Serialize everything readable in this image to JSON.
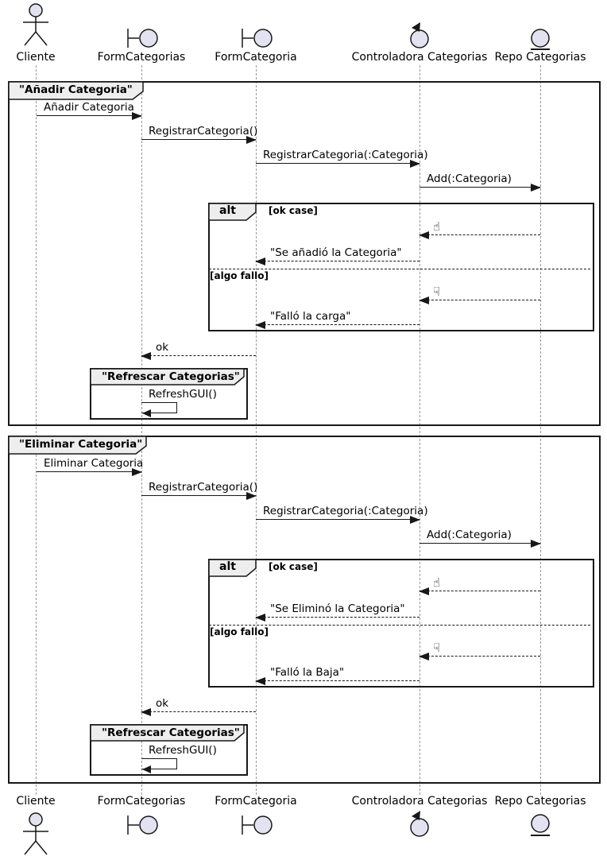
{
  "participants": [
    {
      "label": "Cliente",
      "type": "actor"
    },
    {
      "label": "FormCategorias",
      "type": "boundary"
    },
    {
      "label": "FormCategoria",
      "type": "boundary"
    },
    {
      "label": "Controladora Categorias",
      "type": "control"
    },
    {
      "label": "Repo Categorias",
      "type": "entity"
    }
  ],
  "icons": {
    "thumbs_up": "☝",
    "thumbs_down": "☟"
  },
  "colors": {
    "participant_fill": "#E2E2F0",
    "frame_label_bg": "#EEEEEE",
    "line": "#181818",
    "lifeline": "#999999"
  },
  "frames": [
    {
      "title": "\"Añadir Categoria\"",
      "alt": {
        "operator": "alt",
        "guard_ok": "[ok case]",
        "guard_fail": "[algo fallo]"
      },
      "inner": {
        "title": "\"Refrescar Categorias\"",
        "self_message": "RefreshGUI()"
      },
      "messages": {
        "m1": "Añadir Categoria",
        "m2": "RegistrarCategoria()",
        "m3": "RegistrarCategoria(:Categoria)",
        "m4": "Add(:Categoria)",
        "reply_ok_text": "\"Se añadió la Categoria\"",
        "reply_fail_text": "\"Falló la carga\"",
        "ok": "ok"
      }
    },
    {
      "title": "\"Eliminar Categoria\"",
      "alt": {
        "operator": "alt",
        "guard_ok": "[ok case]",
        "guard_fail": "[algo fallo]"
      },
      "inner": {
        "title": "\"Refrescar Categorias\"",
        "self_message": "RefreshGUI()"
      },
      "messages": {
        "m1": "Eliminar Categoria",
        "m2": "RegistrarCategoria()",
        "m3": "RegistrarCategoria(:Categoria)",
        "m4": "Add(:Categoria)",
        "reply_ok_text": "\"Se Eliminó la Categoria\"",
        "reply_fail_text": "\"Falló la Baja\"",
        "ok": "ok"
      }
    }
  ]
}
